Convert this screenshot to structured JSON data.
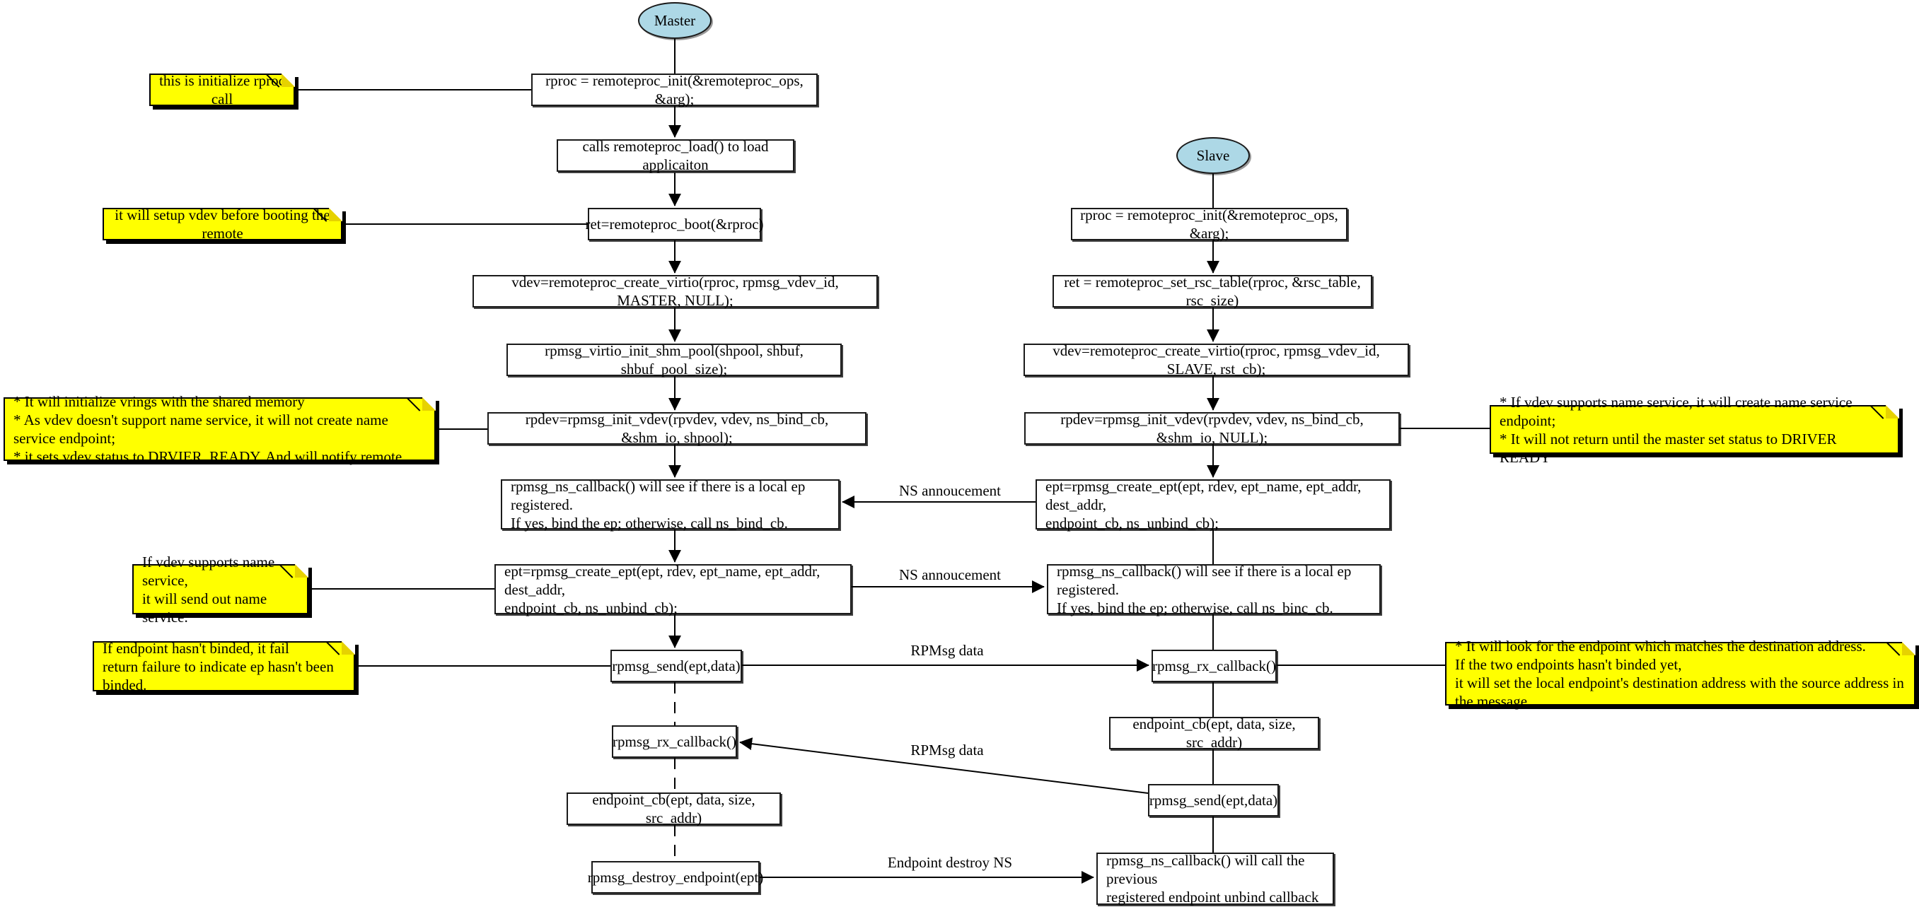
{
  "colors": {
    "terminal_fill": "#add8e6",
    "note_fill": "#ffff00",
    "node_fill": "#ffffff",
    "line": "#000000"
  },
  "master": {
    "start": "Master",
    "steps": {
      "m1": "rproc = remoteproc_init(&remoteproc_ops, &arg);",
      "m2": "calls remoteproc_load() to load applicaiton",
      "m3": "ret=remoteproc_boot(&rproc)",
      "m4": "vdev=remoteproc_create_virtio(rproc, rpmsg_vdev_id, MASTER, NULL);",
      "m5": "rpmsg_virtio_init_shm_pool(shpool, shbuf, shbuf_pool_size);",
      "m6": "rpdev=rpmsg_init_vdev(rpvdev, vdev, ns_bind_cb, &shm_io, shpool);",
      "m7": "rpmsg_ns_callback() will see if there is a local ep registered.\nIf yes, bind the ep; otherwise, call ns_bind_cb.",
      "m8": "ept=rpmsg_create_ept(ept, rdev, ept_name, ept_addr, dest_addr,\nendpoint_cb, ns_unbind_cb);",
      "m9": "rpmsg_send(ept,data)",
      "m10": "rpmsg_rx_callback()",
      "m11": "endpoint_cb(ept, data, size, src_addr)",
      "m12": "rpmsg_destroy_endpoint(ept)"
    }
  },
  "slave": {
    "start": "Slave",
    "steps": {
      "s1": "rproc = remoteproc_init(&remoteproc_ops, &arg);",
      "s2": "ret = remoteproc_set_rsc_table(rproc, &rsc_table, rsc_size)",
      "s3": "vdev=remoteproc_create_virtio(rproc, rpmsg_vdev_id, SLAVE, rst_cb);",
      "s4": "rpdev=rpmsg_init_vdev(rpvdev, vdev, ns_bind_cb, &shm_io, NULL);",
      "s5": "ept=rpmsg_create_ept(ept, rdev, ept_name, ept_addr, dest_addr,\nendpoint_cb, ns_unbind_cb);",
      "s6": "rpmsg_ns_callback() will see if there is a local ep registered.\nIf yes, bind the ep; otherwise, call ns_binc_cb.",
      "s7": "rpmsg_rx_callback()",
      "s8": "endpoint_cb(ept, data, size, src_addr)",
      "s9": "rpmsg_send(ept,data)",
      "s10": "rpmsg_ns_callback() will call the previous\nregistered endpoint unbind callback"
    }
  },
  "notes": {
    "n1": "this is initialize rproc call",
    "n2": "it will setup vdev before booting the remote",
    "n3": "* It will initialize vrings with the shared memory\n* As vdev doesn't support name service, it will not create name service endpoint;\n* it sets vdev status to DRVIER_READY, And will notify remote.",
    "n4": "If vdev supports name service,\nit will send out name service.",
    "n5": "If endpoint hasn't binded, it fail\nreturn failure to indicate ep hasn't been binded.",
    "n6": "* If vdev supports name service, it will create name service endpoint;\n* It will not return until the master set status to DRIVER READY",
    "n7": "* It will look for the endpoint which matches the destination address.\nIf the two endpoints hasn't binded yet,\nit will set the local endpoint's destination address with the source address in the message"
  },
  "edge_labels": {
    "ns1": "NS annoucement",
    "ns2": "NS annoucement",
    "rpmsg1": "RPMsg data",
    "rpmsg2": "RPMsg data",
    "destroy": "Endpoint destroy NS"
  }
}
